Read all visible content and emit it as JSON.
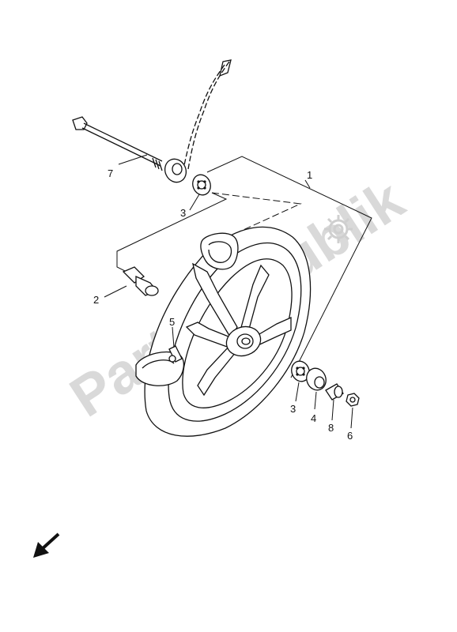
{
  "watermark": {
    "text": "PartsRepublik"
  },
  "callouts": [
    {
      "id": "c1",
      "label": "1"
    },
    {
      "id": "c2",
      "label": "2"
    },
    {
      "id": "c3a",
      "label": "3"
    },
    {
      "id": "c3b",
      "label": "3"
    },
    {
      "id": "c4",
      "label": "4"
    },
    {
      "id": "c5",
      "label": "5"
    },
    {
      "id": "c6",
      "label": "6"
    },
    {
      "id": "c7",
      "label": "7"
    },
    {
      "id": "c8",
      "label": "8"
    }
  ],
  "icons": {
    "watermark_gear": "gear-icon",
    "orientation": "front-arrow-icon"
  }
}
